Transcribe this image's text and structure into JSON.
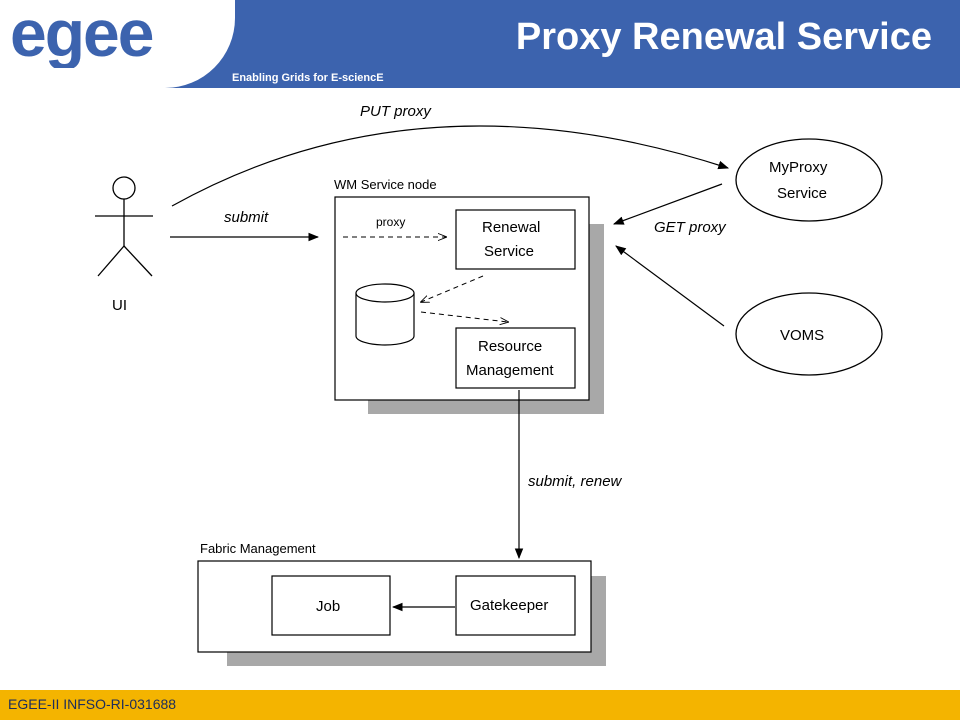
{
  "header": {
    "logo_text": "egee",
    "tagline": "Enabling Grids for E-sciencE",
    "title": "Proxy Renewal Service"
  },
  "diagram": {
    "actor_label": "UI",
    "wm_node_title": "WM Service node",
    "renewal_service": [
      "Renewal",
      "Service"
    ],
    "resource_management": [
      "Resource",
      "Management"
    ],
    "myproxy": [
      "MyProxy",
      "Service"
    ],
    "voms": "VOMS",
    "fabric_title": "Fabric Management",
    "job": "Job",
    "gatekeeper": "Gatekeeper",
    "edges": {
      "put_proxy": "PUT proxy",
      "submit": "submit",
      "proxy": "proxy",
      "get_proxy": "GET proxy",
      "submit_renew": "submit, renew"
    }
  },
  "footer": {
    "text": "EGEE-II INFSO-RI-031688"
  },
  "colors": {
    "header_blue": "#3c63ae",
    "footer_yellow": "#f4b400",
    "logo_blue": "#3c63ae",
    "logo_yellow": "#f4b400",
    "box_shadow_gray": "#a8a8a8"
  }
}
